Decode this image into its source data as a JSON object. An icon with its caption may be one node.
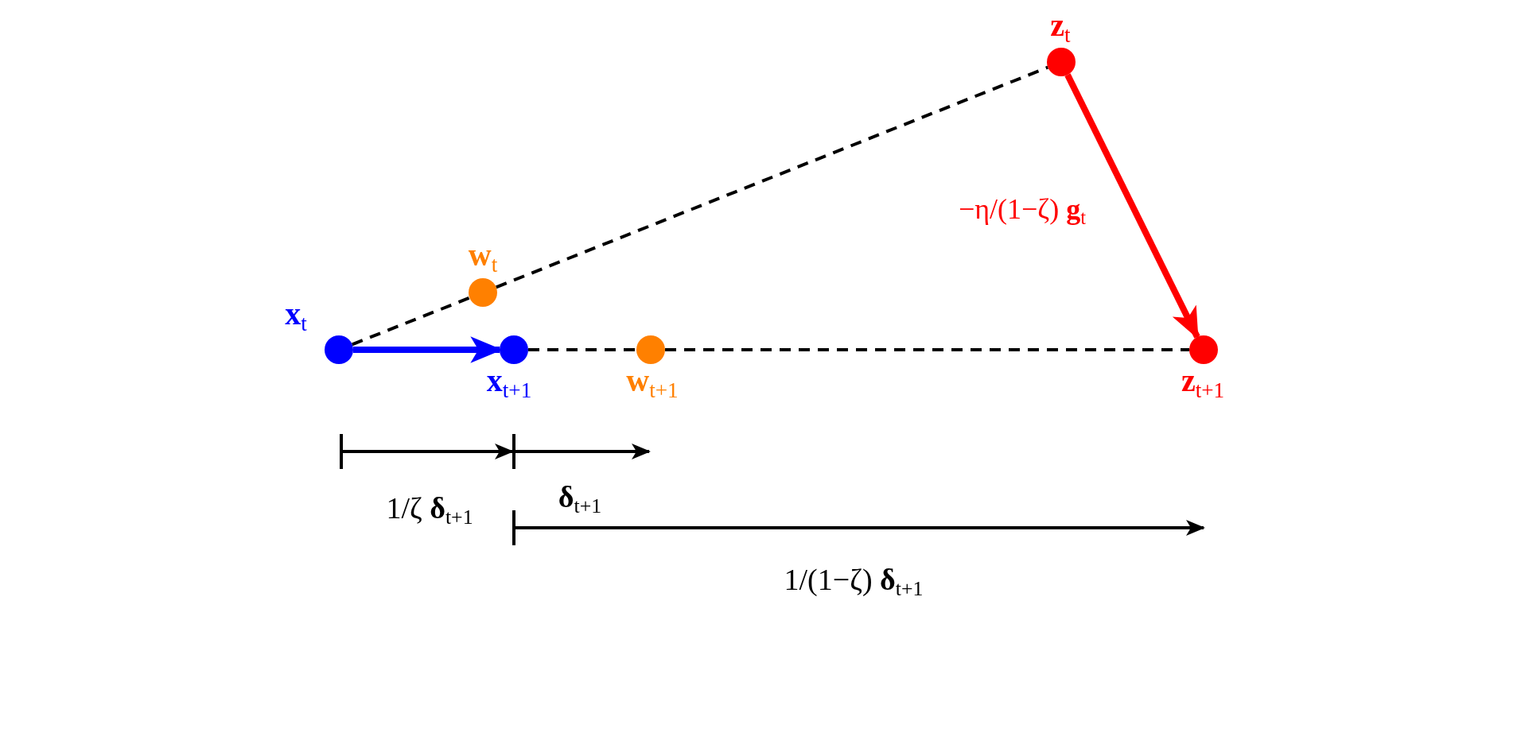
{
  "diagram": {
    "nodes": [
      {
        "text": [],
        "shape": "circle",
        "beside": [
          "**x**$_{t}$"
        ]
      },
      {
        "text": [],
        "shape": "circle",
        "beside": [
          "**w**$_{t}$"
        ]
      },
      {
        "text": [],
        "shape": "circle",
        "beside": [
          "**x**$_{t+1}$"
        ]
      },
      {
        "text": [],
        "shape": "circle",
        "beside": [
          "**w**$_{t+1}$"
        ]
      },
      {
        "text": [],
        "shape": "circle",
        "beside": [
          "**z**$_{t}$"
        ]
      },
      {
        "text": [],
        "shape": "circle",
        "beside": [
          "**z**$_{t+1}$"
        ]
      }
    ],
    "edges": [
      {
        "from": 0,
        "to": 1,
        "arrow": "none",
        "style": "dashed"
      },
      {
        "from": 1,
        "to": 4,
        "arrow": "none",
        "style": "dashed"
      },
      {
        "from": 2,
        "to": 3,
        "arrow": "none",
        "style": "dashed"
      },
      {
        "from": 3,
        "to": 5,
        "arrow": "none",
        "style": "dashed"
      },
      {
        "from": 0,
        "to": 2,
        "arrow": "to",
        "style": "thick",
        "color": "#0000ff"
      },
      {
        "from": 4,
        "to": 5,
        "arrow": "to",
        "style": "thick",
        "color": "#ff0000",
        "label": "−η/(1−ζ) **g**$_{t}$"
      }
    ],
    "labels": [
      "1/ζ **δ**$_{t+1}$",
      "**δ**$_{t+1}$",
      "1/(1−ζ) **δ**$_{t+1}$"
    ]
  }
}
